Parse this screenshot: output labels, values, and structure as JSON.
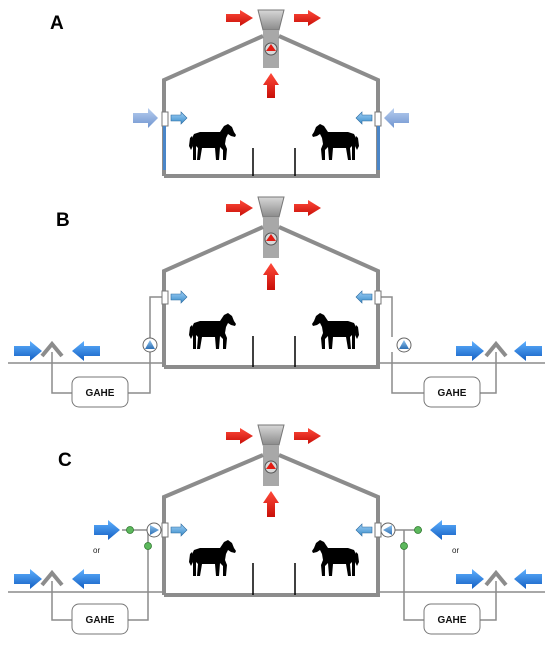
{
  "panels": [
    {
      "letter": "A"
    },
    {
      "letter": "B",
      "gahe": [
        "GAHE",
        "GAHE"
      ]
    },
    {
      "letter": "C",
      "gahe": [
        "GAHE",
        "GAHE"
      ],
      "or_labels": [
        "or",
        "or"
      ]
    }
  ],
  "colors": {
    "exhaust_arrow": "#e31b12",
    "intake_arrow": "#1e6fd0",
    "small_arrow": "#5ba9d6",
    "wall": "#8c8c8c",
    "horse": "#000000",
    "valve_dot": "#5cb85c"
  }
}
